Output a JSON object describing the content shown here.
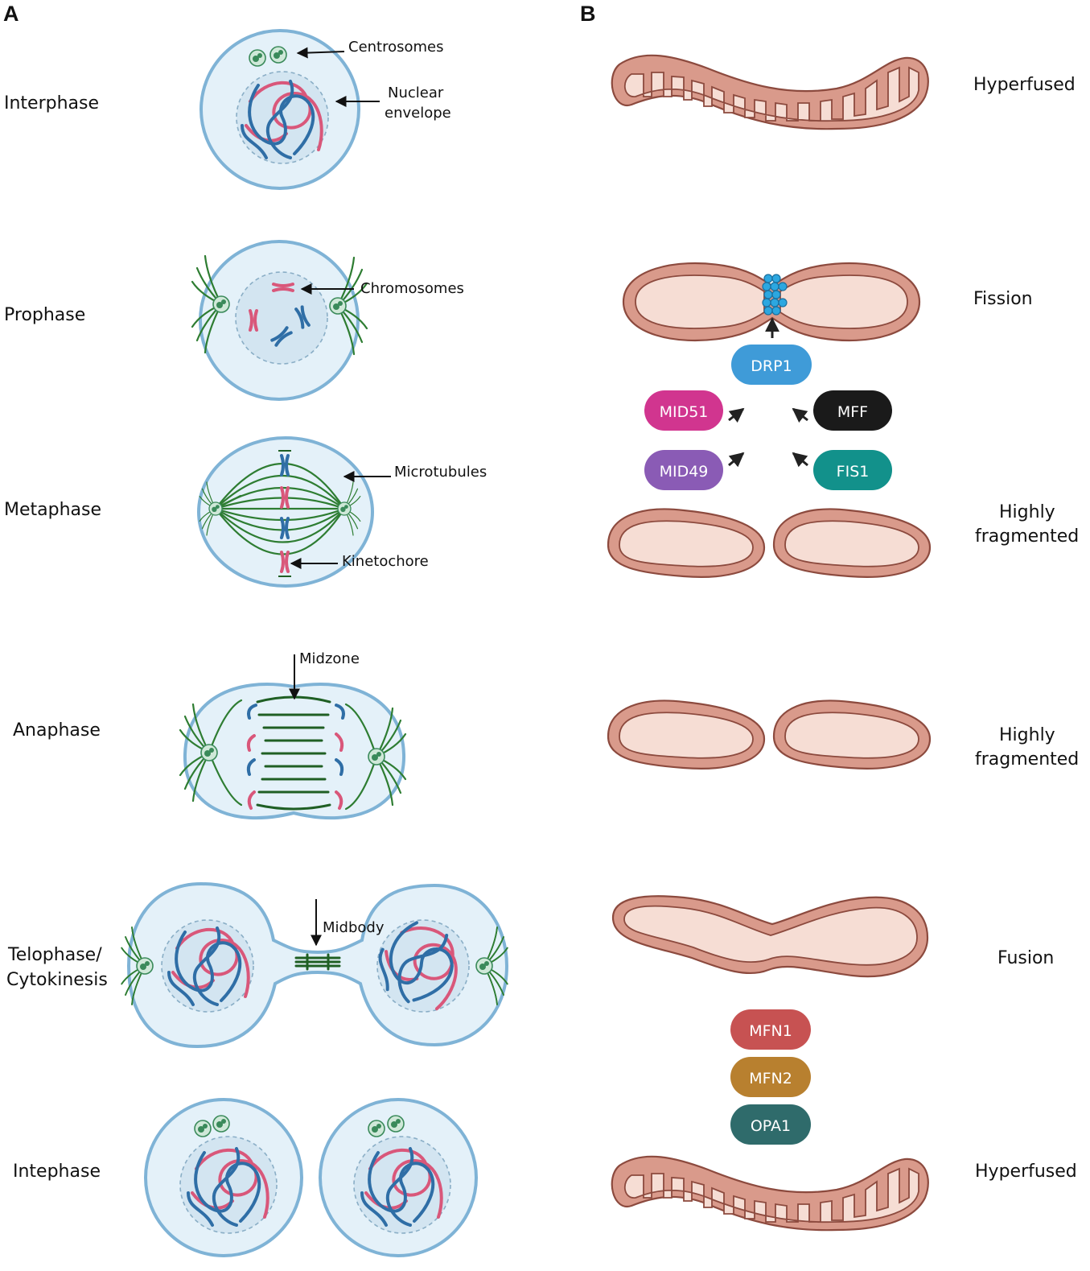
{
  "panels": {
    "a": "A",
    "b": "B"
  },
  "panel_a": {
    "stages": {
      "interphase": "Interphase",
      "prophase": "Prophase",
      "metaphase": "Metaphase",
      "anaphase": "Anaphase",
      "telophase_line1": "Telophase/",
      "telophase_line2": "Cytokinesis",
      "intephase": "Intephase"
    },
    "callouts": {
      "centrosomes": "Centrosomes",
      "nuclear_line1": "Nuclear",
      "nuclear_line2": "envelope",
      "chromosomes": "Chromosomes",
      "microtubules": "Microtubules",
      "kinetochore": "Kinetochore",
      "midzone": "Midzone",
      "midbody": "Midbody"
    }
  },
  "panel_b": {
    "states": {
      "hyperfused_top": "Hyperfused",
      "fission": "Fission",
      "frag1_line1": "Highly",
      "frag1_line2": "fragmented",
      "frag2_line1": "Highly",
      "frag2_line2": "fragmented",
      "fusion": "Fusion",
      "hyperfused_bottom": "Hyperfused"
    },
    "proteins": {
      "drp1": "DRP1",
      "mid51": "MID51",
      "mff": "MFF",
      "mid49": "MID49",
      "fis1": "FIS1",
      "mfn1": "MFN1",
      "mfn2": "MFN2",
      "opa1": "OPA1"
    },
    "protein_colors": {
      "drp1": "#3f9bd8",
      "mid51": "#d1358f",
      "mff": "#1a1a1a",
      "mid49": "#8a5bb5",
      "fis1": "#12918b",
      "mfn1": "#c75252",
      "mfn2": "#b8802f",
      "opa1": "#2f6b6b"
    }
  }
}
